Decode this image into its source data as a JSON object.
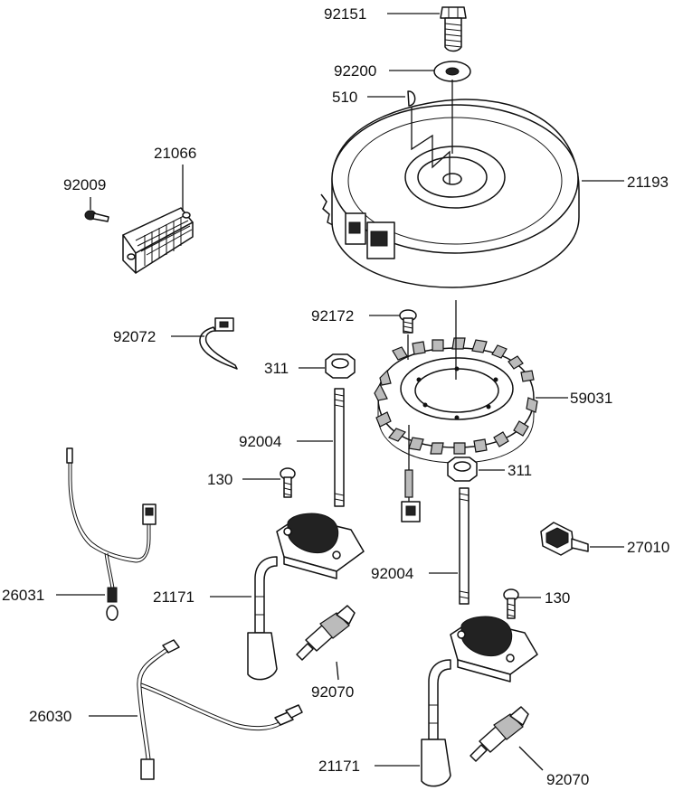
{
  "diagram": {
    "type": "exploded-parts-diagram",
    "callouts": [
      {
        "id": "c-92151",
        "label": "92151"
      },
      {
        "id": "c-92200",
        "label": "92200"
      },
      {
        "id": "c-510",
        "label": "510"
      },
      {
        "id": "c-21066",
        "label": "21066"
      },
      {
        "id": "c-21193",
        "label": "21193"
      },
      {
        "id": "c-92009",
        "label": "92009"
      },
      {
        "id": "c-92172",
        "label": "92172"
      },
      {
        "id": "c-92072",
        "label": "92072"
      },
      {
        "id": "c-311a",
        "label": "311"
      },
      {
        "id": "c-59031",
        "label": "59031"
      },
      {
        "id": "c-92004a",
        "label": "92004"
      },
      {
        "id": "c-311b",
        "label": "311"
      },
      {
        "id": "c-130a",
        "label": "130"
      },
      {
        "id": "c-27010",
        "label": "27010"
      },
      {
        "id": "c-92004b",
        "label": "92004"
      },
      {
        "id": "c-26031",
        "label": "26031"
      },
      {
        "id": "c-21171a",
        "label": "21171"
      },
      {
        "id": "c-130b",
        "label": "130"
      },
      {
        "id": "c-92070a",
        "label": "92070"
      },
      {
        "id": "c-26030",
        "label": "26030"
      },
      {
        "id": "c-21171b",
        "label": "21171"
      },
      {
        "id": "c-92070b",
        "label": "92070"
      }
    ]
  }
}
